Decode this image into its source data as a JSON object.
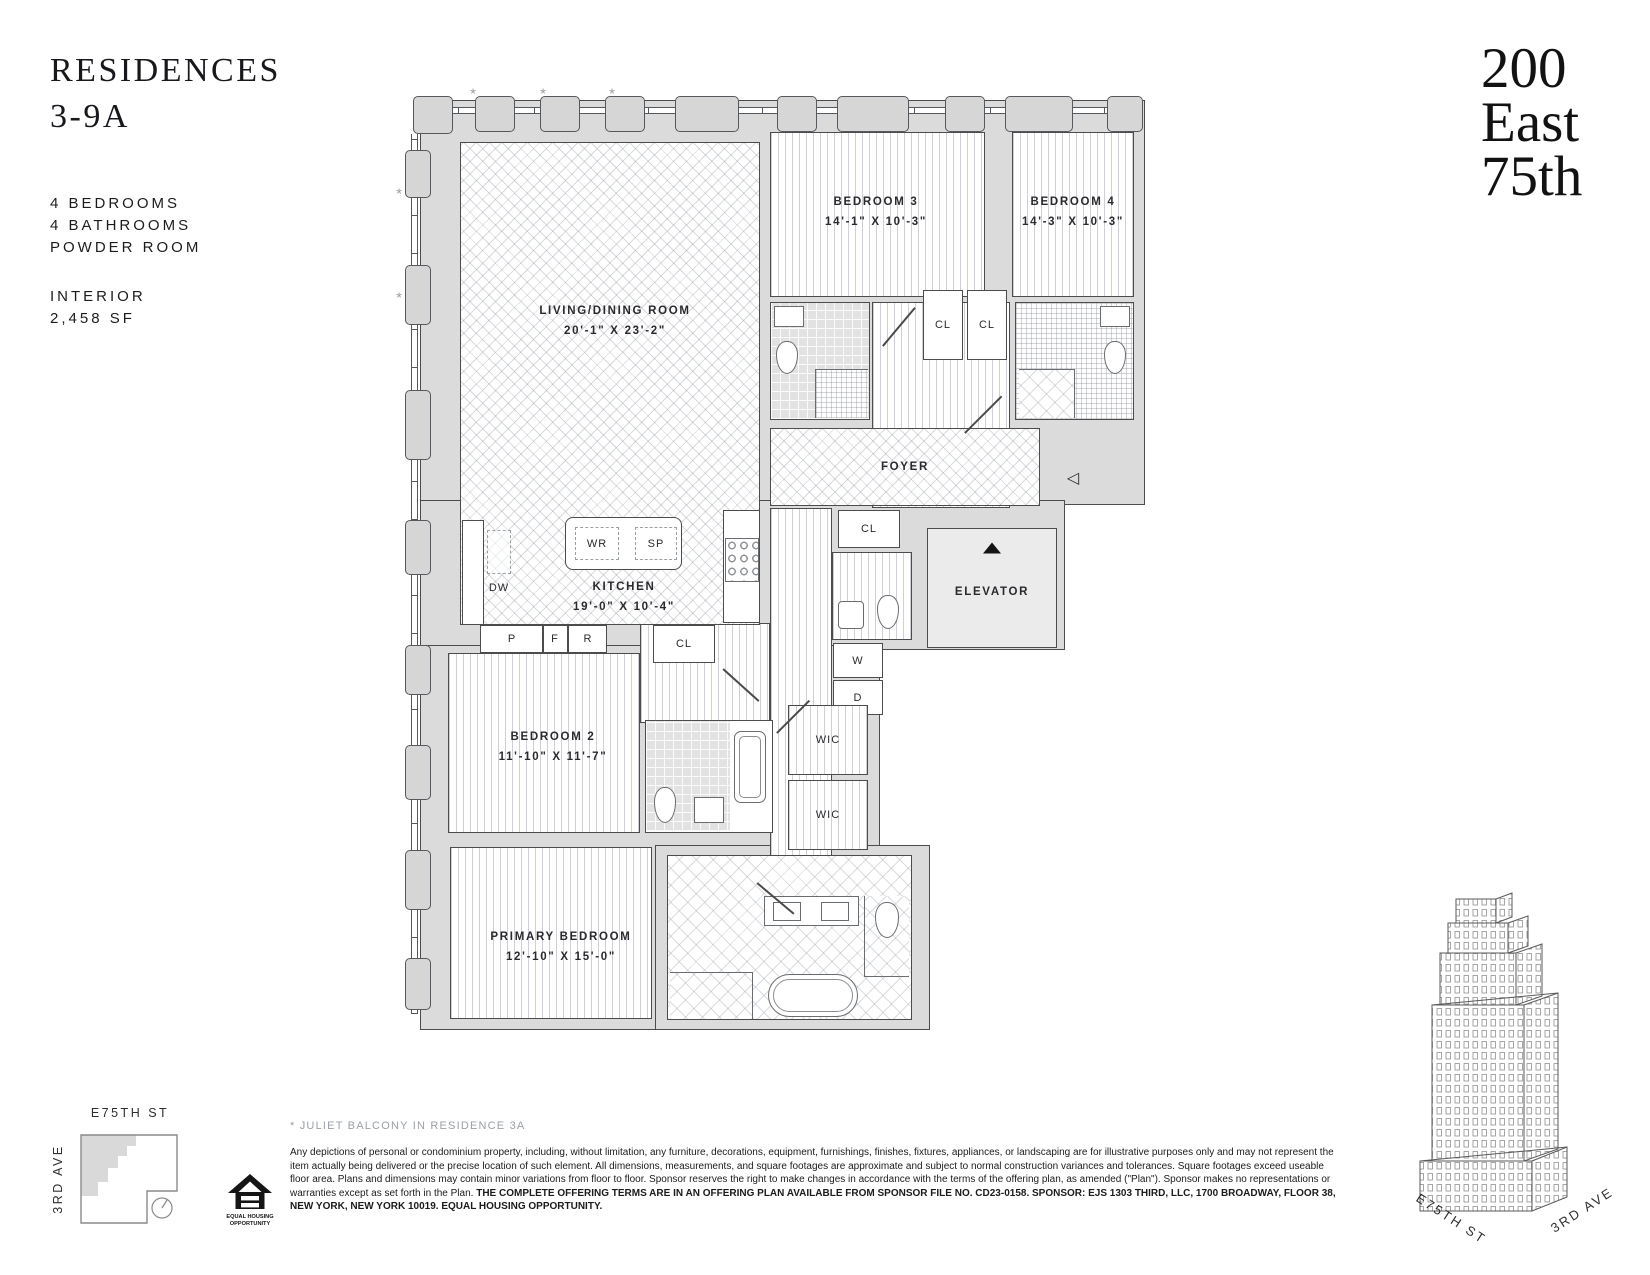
{
  "header": {
    "title_line1": "RESIDENCES",
    "title_line2": "3-9A",
    "features": [
      "4 BEDROOMS",
      "4 BATHROOMS",
      "POWDER ROOM"
    ],
    "interior_label": "INTERIOR",
    "interior_area": "2,458 SF"
  },
  "logo": {
    "line1": "200",
    "line2": "East",
    "line3": "75th"
  },
  "plan": {
    "balcony_marker": "*",
    "rooms": {
      "living": {
        "name": "LIVING/DINING ROOM",
        "dims": "20'-1\" X 23'-2\""
      },
      "kitchen": {
        "name": "KITCHEN",
        "dims": "19'-0\" X 10'-4\""
      },
      "bedroom3": {
        "name": "BEDROOM 3",
        "dims": "14'-1\" X 10'-3\""
      },
      "bedroom4": {
        "name": "BEDROOM 4",
        "dims": "14'-3\" X 10'-3\""
      },
      "bedroom2": {
        "name": "BEDROOM 2",
        "dims": "11'-10\" X 11'-7\""
      },
      "primary": {
        "name": "PRIMARY BEDROOM",
        "dims": "12'-10\" X 15'-0\""
      },
      "foyer": "FOYER",
      "elevator": "ELEVATOR"
    },
    "labels": {
      "cl": "CL",
      "wic": "WIC",
      "w": "W",
      "d": "D",
      "dw": "DW",
      "wr": "WR",
      "sp": "SP",
      "p": "P",
      "f": "F",
      "r": "R"
    }
  },
  "keyplan": {
    "street_top": "E75TH ST",
    "street_left": "3RD AVE"
  },
  "building": {
    "street_left": "E75TH ST",
    "street_right": "3RD AVE"
  },
  "eho": {
    "line1": "EQUAL HOUSING",
    "line2": "OPPORTUNITY"
  },
  "footnote": "* JULIET BALCONY IN RESIDENCE 3A",
  "disclaimer": {
    "regular": "Any depictions of personal or condominium property, including, without limitation, any furniture, decorations, equipment, furnishings, finishes, fixtures, appliances, or landscaping are for illustrative purposes only and may not represent the item actually being delivered or the precise location of such element. All dimensions, measurements, and square footages are approximate and subject to normal construction variances and tolerances. Square footages exceed useable floor area. Plans and dimensions may contain minor variations from floor to floor. Sponsor reserves the right to make changes in accordance with the terms of the offering plan, as amended (\"Plan\"). Sponsor makes no representations or warranties except as set forth in the Plan. ",
    "bold": "THE COMPLETE OFFERING TERMS ARE IN AN OFFERING PLAN AVAILABLE FROM SPONSOR FILE NO. CD23-0158. SPONSOR: EJS 1303 THIRD, LLC, 1700 BROADWAY, FLOOR 38, NEW YORK, NEW YORK 10019. EQUAL HOUSING OPPORTUNITY."
  }
}
